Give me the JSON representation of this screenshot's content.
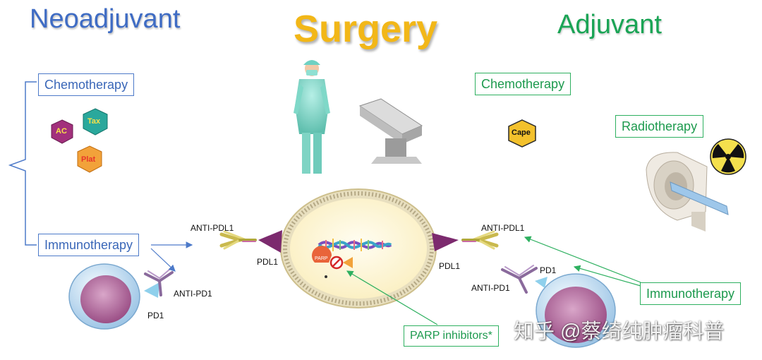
{
  "headings": {
    "neoadjuvant": "Neoadjuvant",
    "surgery": "Surgery",
    "adjuvant": "Adjuvant"
  },
  "neoadjuvant": {
    "chemo_label": "Chemotherapy",
    "immuno_label": "Immunotherapy",
    "drugs": [
      "AC",
      "Tax",
      "Plat"
    ]
  },
  "adjuvant": {
    "chemo_label": "Chemotherapy",
    "radio_label": "Radiotherapy",
    "immuno_label": "Immunotherapy",
    "drug": "Cape"
  },
  "center": {
    "parp_label": "PARP inhibitors*",
    "parp_enzyme": "PARP"
  },
  "molecules": {
    "anti_pdl1": "ANTI-PDL1",
    "pdl1": "PDL1",
    "anti_pd1": "ANTI-PD1",
    "pd1": "PD1"
  },
  "watermark": "知乎 @蔡绮纯肿瘤科普",
  "colors": {
    "blue": "#3f6cc4",
    "gold": "#f2b718",
    "green": "#1aa455"
  }
}
